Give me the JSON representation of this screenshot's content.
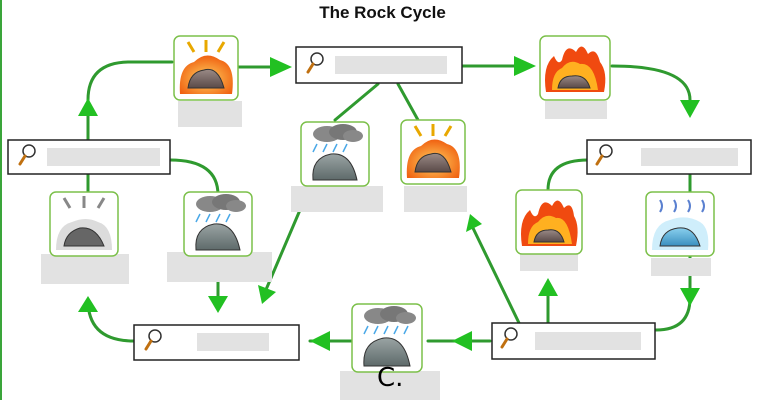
{
  "title": "The Rock Cycle",
  "caption": "C.",
  "colors": {
    "arrow": "#2f9a2f",
    "arrowhead": "#22c022",
    "tile_border": "#7cc04a",
    "label_blank": "#e2e2e2"
  },
  "label_boxes": [
    {
      "id": "top",
      "text": ""
    },
    {
      "id": "left",
      "text": ""
    },
    {
      "id": "right",
      "text": ""
    },
    {
      "id": "bottom-left",
      "text": ""
    },
    {
      "id": "bottom-right",
      "text": ""
    }
  ],
  "process_tiles": [
    {
      "id": "top-pressure",
      "icon": "heat-pressure-rock-icon"
    },
    {
      "id": "top-right-melting",
      "icon": "melting-rock-icon"
    },
    {
      "id": "center-weathering",
      "icon": "weathering-rock-icon"
    },
    {
      "id": "center-pressure",
      "icon": "heat-pressure-rock-icon"
    },
    {
      "id": "left-compaction",
      "icon": "compaction-rock-icon"
    },
    {
      "id": "left-weathering",
      "icon": "weathering-rock-icon"
    },
    {
      "id": "right-melting",
      "icon": "melting-rock-icon"
    },
    {
      "id": "right-cooling",
      "icon": "cooling-rock-icon"
    },
    {
      "id": "bottom-weathering",
      "icon": "weathering-rock-icon"
    }
  ]
}
